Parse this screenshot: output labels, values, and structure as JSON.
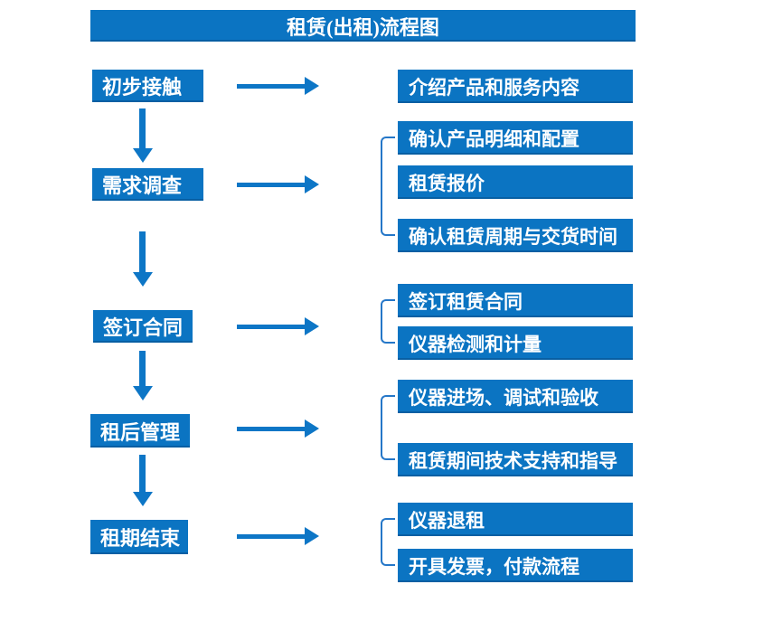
{
  "title": "租赁(出租)流程图",
  "colors": {
    "box": "#0b74c2",
    "arrow": "#0d76c6",
    "bracket": "#2577c8",
    "text": "#ffffff",
    "bg": "#ffffff"
  },
  "steps": [
    {
      "label": "初步接触",
      "details": [
        "介绍产品和服务内容"
      ]
    },
    {
      "label": "需求调查",
      "details": [
        "确认产品明细和配置",
        "租赁报价",
        "确认租赁周期与交货时间"
      ]
    },
    {
      "label": "签订合同",
      "details": [
        "签订租赁合同",
        "仪器检测和计量"
      ]
    },
    {
      "label": "租后管理",
      "details": [
        "仪器进场、调试和验收",
        "租赁期间技术支持和指导"
      ]
    },
    {
      "label": "租期结束",
      "details": [
        "仪器退租",
        "开具发票，付款流程"
      ]
    }
  ]
}
